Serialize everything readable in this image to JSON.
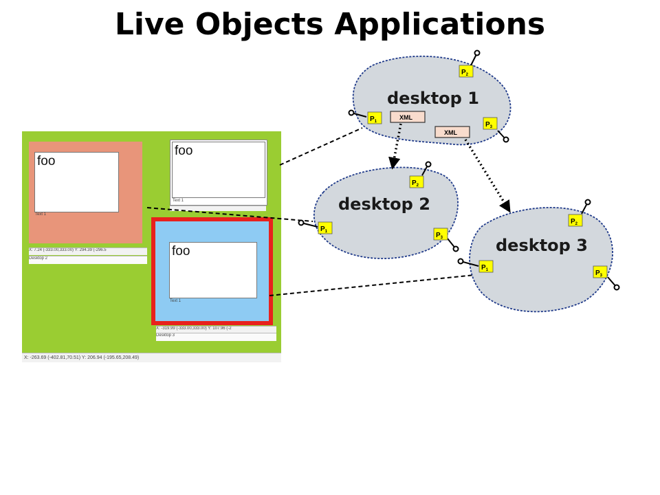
{
  "title": "Live Objects Applications",
  "screenshot": {
    "window1": {
      "foo": "foo",
      "text_label": "Text 1",
      "status": "X:     7.24     (-333.00,333.00)     Y:     294.39     (-296.5",
      "desktop_label": "Desktop 2"
    },
    "window2": {
      "foo": "foo",
      "text_label": "Text 1"
    },
    "window3": {
      "foo": "foo",
      "text_label": "Text 1",
      "status": "X:  -319.99   (-333.00,333.00)   Y:   107.96   (-2",
      "desktop_label": "Desktop 3"
    },
    "bottom_status": "X:     -263.69     (-402.81,70.51)     Y:     206.94     (-195.65,208.49)"
  },
  "blobs": [
    {
      "label": "desktop 1"
    },
    {
      "label": "desktop 2"
    },
    {
      "label": "desktop 3"
    }
  ],
  "port": {
    "prefix": "P",
    "subs": [
      "1",
      "2",
      "3"
    ]
  },
  "xml_label": "XML",
  "colors": {
    "blob_fill": "#d3d8dd",
    "blob_stroke": "#1f3a8a",
    "port_fill": "#ffff00",
    "xml_fill": "#f8dccd",
    "highlight": "#e8211d",
    "salmon": "#e8957a",
    "sky": "#8ecbf3",
    "green": "#9acd32"
  }
}
